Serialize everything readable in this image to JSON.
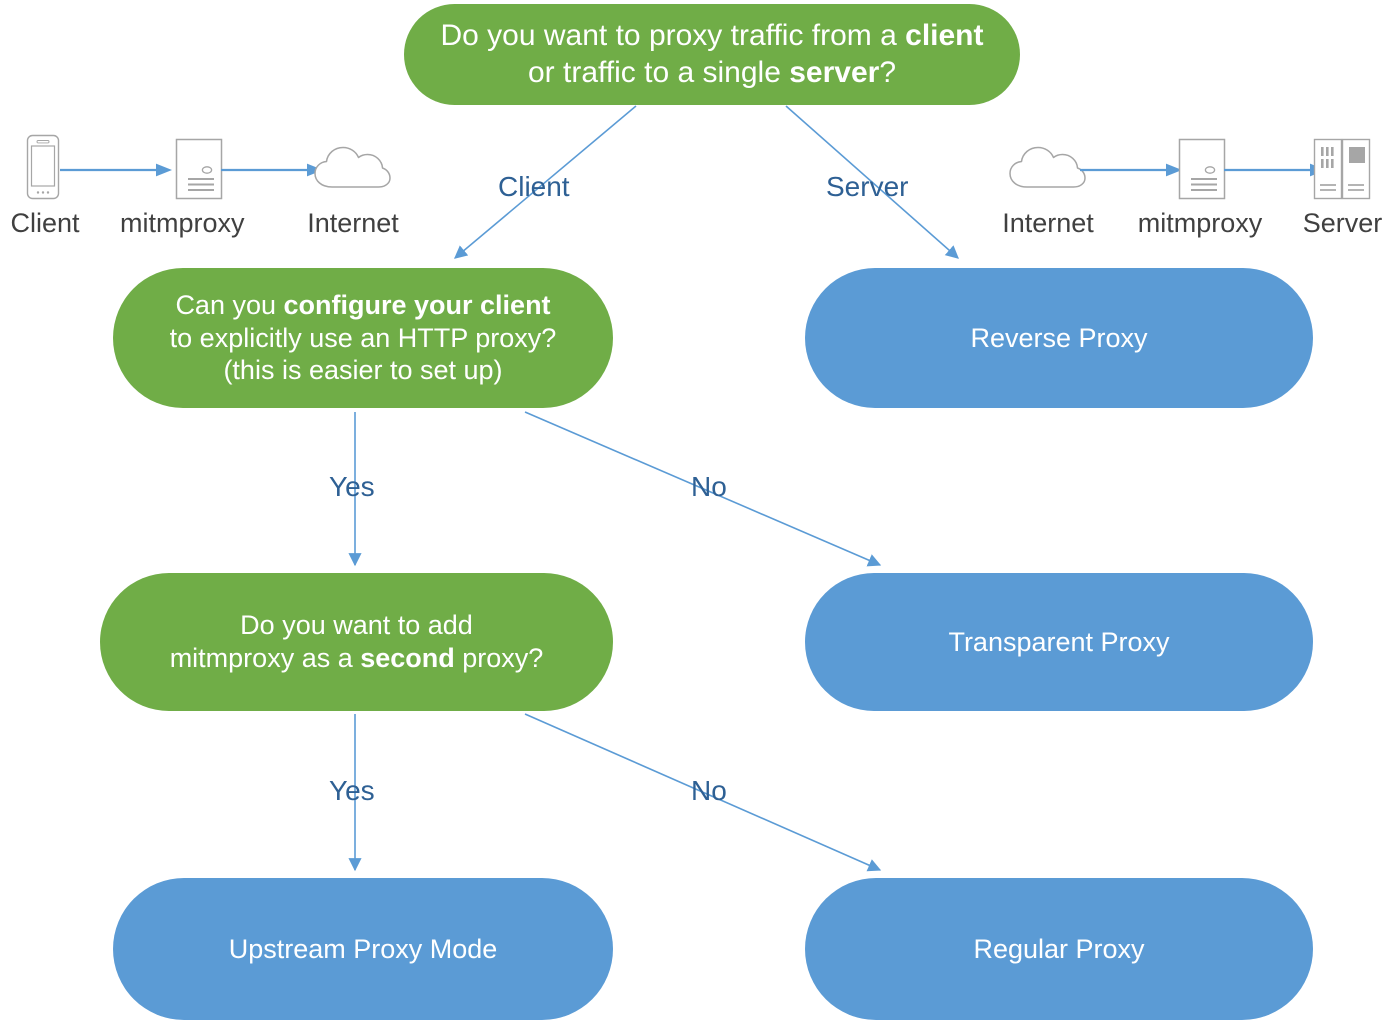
{
  "diagram": {
    "title": "mitmproxy mode decision flowchart",
    "colors": {
      "green": "#70AD47",
      "blue": "#5B9BD5",
      "edge": "#5B9BD5",
      "edge_label_text": "#2E6094",
      "icon_caption_text": "#404040",
      "icon_stroke": "#A6A6A6",
      "node_text": "#FFFFFF"
    }
  },
  "nodes": {
    "root": {
      "type": "decision",
      "color": "green",
      "line1_a": "Do you want to proxy traffic from a ",
      "line1_b": "client",
      "line2_a": "or traffic to a single ",
      "line2_b": "server",
      "line2_c": "?",
      "plain": "Do you want to proxy traffic from a client or traffic to a single server?"
    },
    "configure": {
      "type": "decision",
      "color": "green",
      "line1_a": "Can you ",
      "line1_b": "configure your client",
      "line2": "to explicitly use an HTTP proxy?",
      "line3": "(this is easier to set up)",
      "plain": "Can you configure your client to explicitly use an HTTP proxy? (this is easier to set up)"
    },
    "second": {
      "type": "decision",
      "color": "green",
      "line1": "Do you want to add",
      "line2_a": "mitmproxy as a ",
      "line2_b": "second",
      "line2_c": " proxy?",
      "plain": "Do you want to add mitmproxy as a second proxy?"
    },
    "reverse": {
      "type": "result",
      "color": "blue",
      "label": "Reverse Proxy"
    },
    "transparent": {
      "type": "result",
      "color": "blue",
      "label": "Transparent Proxy"
    },
    "upstream": {
      "type": "result",
      "color": "blue",
      "label": "Upstream Proxy Mode"
    },
    "regular": {
      "type": "result",
      "color": "blue",
      "label": "Regular Proxy"
    }
  },
  "edge_labels": {
    "client": "Client",
    "server": "Server",
    "yes_1": "Yes",
    "no_1": "No",
    "yes_2": "Yes",
    "no_2": "No"
  },
  "icon_groups": {
    "left": {
      "items": [
        {
          "icon": "mobile-phone-icon",
          "caption": "Client"
        },
        {
          "icon": "proxy-document-icon",
          "caption": "mitmproxy"
        },
        {
          "icon": "cloud-icon",
          "caption": "Internet"
        }
      ]
    },
    "right": {
      "items": [
        {
          "icon": "cloud-icon",
          "caption": "Internet"
        },
        {
          "icon": "proxy-document-icon",
          "caption": "mitmproxy"
        },
        {
          "icon": "server-rack-icon",
          "caption": "Server"
        }
      ]
    }
  }
}
